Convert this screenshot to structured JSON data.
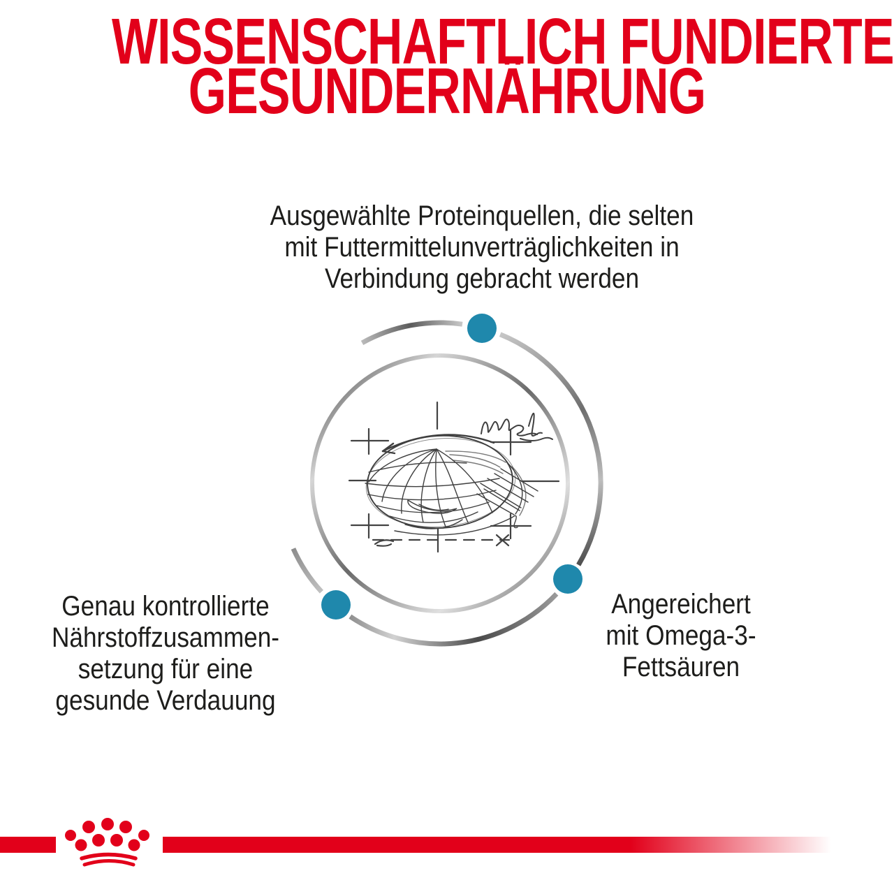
{
  "headline": {
    "line1": "WISSENSCHAFTLICH FUNDIERTE",
    "line2": "GESUNDERNÄHRUNG",
    "color": "#e2001a"
  },
  "callouts": {
    "top": {
      "lines": [
        "Ausgewählte Proteinquellen, die selten",
        "mit Futtermittelunverträglichkeiten in",
        "Verbindung gebracht werden"
      ]
    },
    "bottom_left": {
      "lines": [
        "Genau kontrollierte",
        "Nährstoffzusammen-",
        "setzung für eine",
        "gesunde Verdauung"
      ]
    },
    "bottom_right": {
      "lines": [
        "Angereichert",
        "mit Omega-3-",
        "Fettsäuren"
      ]
    }
  },
  "diagram": {
    "subject_icon": "kibble-technical-sketch",
    "accent_dot_count": 3
  },
  "footer": {
    "logo_icon": "royal-canin-crown-logo"
  },
  "colors": {
    "brand_red": "#e2001a",
    "accent_teal": "#1f88ac",
    "text": "#1d1d1b",
    "arc_metal_dark": "#4a4a4a",
    "arc_metal_light": "#d9d9d9"
  }
}
